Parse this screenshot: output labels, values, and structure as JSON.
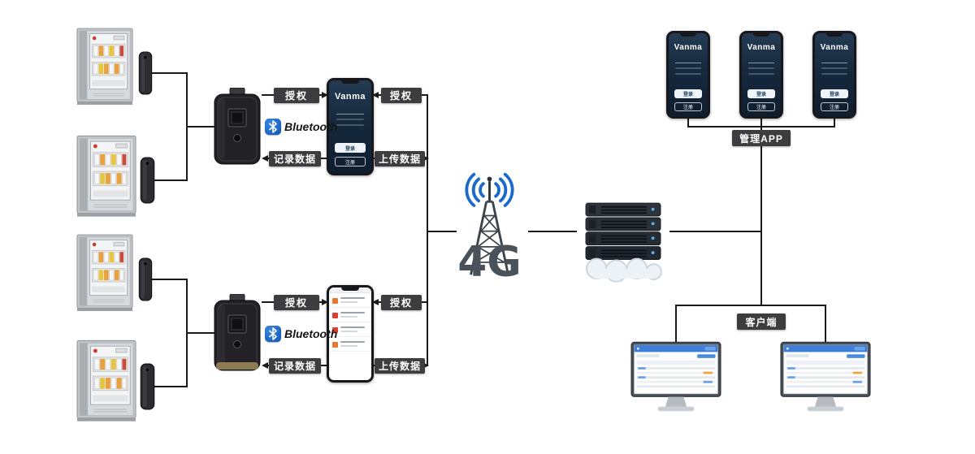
{
  "labels": {
    "authorize": "授权",
    "record_data": "记录数据",
    "upload_data": "上传数据",
    "bluetooth": "Bluetooth",
    "management_app": "管理APP",
    "client_side": "客户端",
    "network": "4G"
  },
  "phone_app": {
    "brand": "Vanma",
    "login": "登录",
    "register": "注册"
  },
  "colors": {
    "wire": "#1a1a1a",
    "badge_bg": "#3d3d40",
    "badge_text": "#ffffff",
    "bluetooth_blue": "#0f53b0",
    "signal_blue": "#1b6ac9",
    "tower_text": "#49525a",
    "screen_header_blue": "#3d7ed8"
  }
}
